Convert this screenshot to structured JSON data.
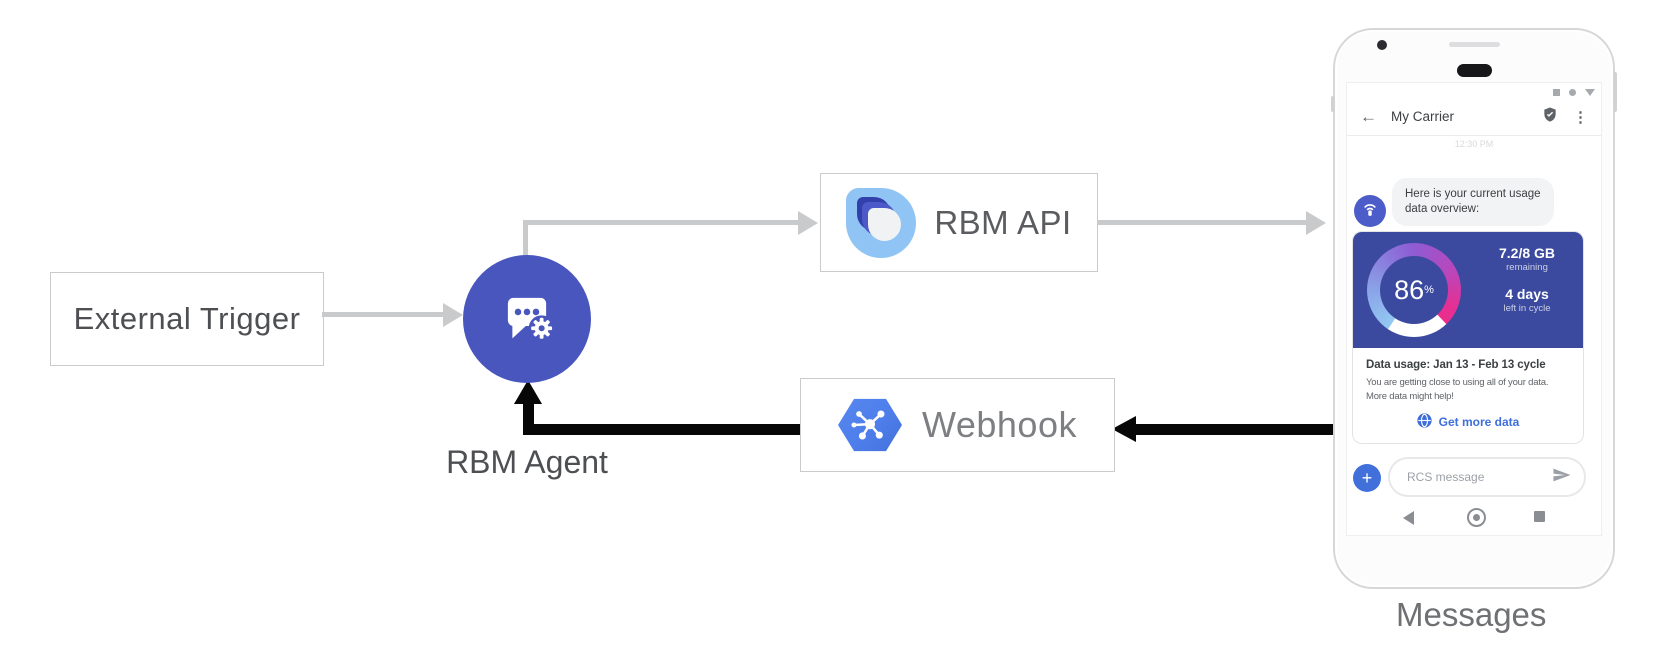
{
  "diagram": {
    "external_trigger_label": "External Trigger",
    "rbm_agent_label": "RBM Agent",
    "rbm_api_label": "RBM API",
    "webhook_label": "Webhook",
    "messages_label": "Messages",
    "colors": {
      "agent_circle_blue": "#4956BE",
      "arrow_gray": "#C9CACB",
      "arrow_black": "#070707",
      "webhook_hex_blue": "#4E7EEA",
      "api_logo_light_blue": "#90C4F4",
      "api_logo_navy": "#3240AC"
    }
  },
  "phone": {
    "icons": {
      "back": "←",
      "menu": "⋮",
      "plus": "+"
    },
    "header": {
      "title": "My Carrier"
    },
    "timestamp": "12:30 PM",
    "bubble": {
      "line1": "Here is your current usage",
      "line2": "data overview:"
    },
    "usage_card": {
      "percent": "86",
      "percent_sign": "%",
      "remaining_value": "7.2/8 GB",
      "remaining_label": "remaining",
      "days_value": "4 days",
      "days_label": "left in cycle",
      "title": "Data usage: Jan 13 - Feb 13 cycle",
      "body_line1": "You are getting close to using all of your data.",
      "body_line2": "More data might help!",
      "action": "Get more data",
      "colors": {
        "card_bg": "#3B4A9F",
        "gauge_pink": "#ED2C8A",
        "gauge_purple": "#8F5BD3",
        "gauge_light_blue": "#93C9F2",
        "action_blue": "#3E6EDA"
      }
    },
    "composer": {
      "placeholder": "RCS message"
    }
  }
}
